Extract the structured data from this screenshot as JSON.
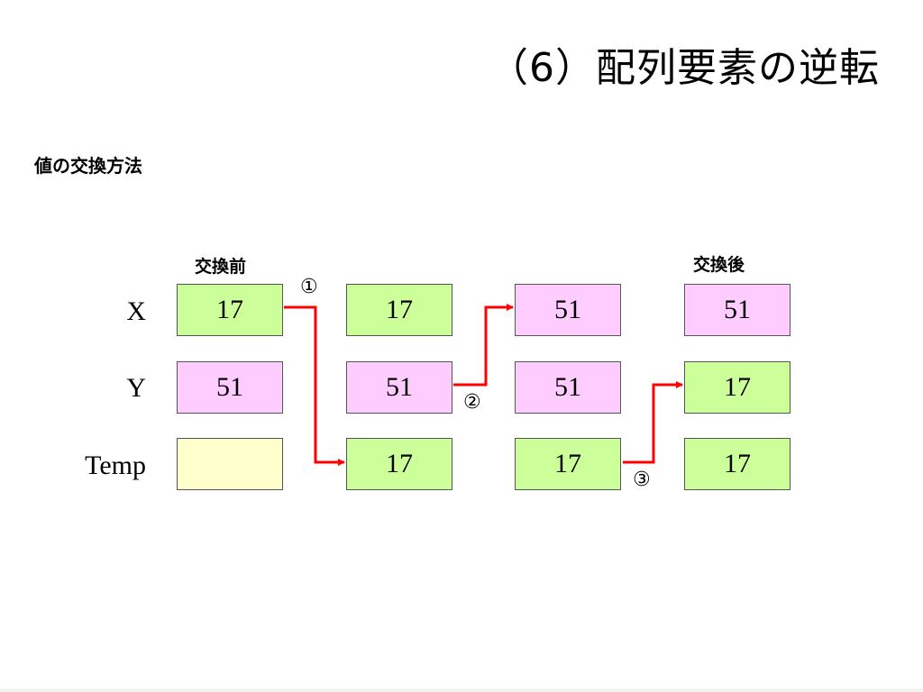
{
  "title": "（6）配列要素の逆転",
  "subtitle": "値の交換方法",
  "column_labels": {
    "before": "交換前",
    "after": "交換後"
  },
  "row_labels": {
    "x": "X",
    "y": "Y",
    "temp": "Temp"
  },
  "colors": {
    "green": "#ccff99",
    "pink": "#ffccff",
    "yellow": "#ffffcc",
    "arrow": "#ff0000"
  },
  "stages": [
    {
      "x": "17",
      "y": "51",
      "temp": ""
    },
    {
      "x": "17",
      "y": "51",
      "temp": "17"
    },
    {
      "x": "51",
      "y": "51",
      "temp": "17"
    },
    {
      "x": "51",
      "y": "17",
      "temp": "17"
    }
  ],
  "steps": {
    "one": "①",
    "two": "②",
    "three": "③"
  }
}
